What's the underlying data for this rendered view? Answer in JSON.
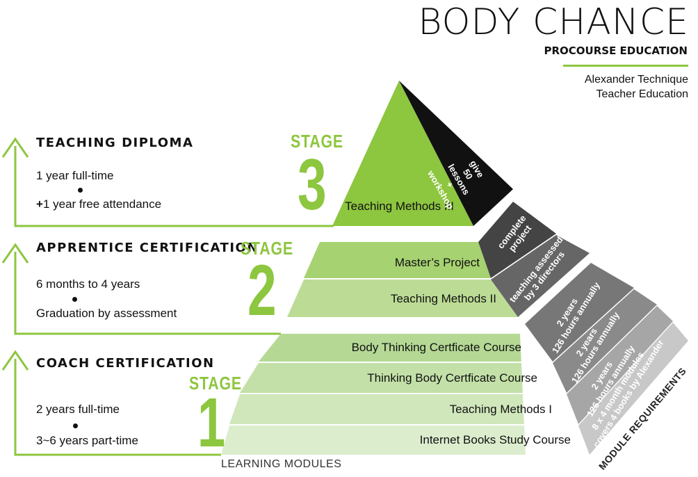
{
  "brand": {
    "name": "BODY CHANCE",
    "subtitle": "PROCOURSE EDUCATION",
    "description_line1": "Alexander Technique",
    "description_line2": "Teacher Education"
  },
  "stages": [
    {
      "word": "STAGE",
      "number": "3",
      "title": "TEACHING DIPLOMA",
      "info_line1": "1 year full-time",
      "info_line2": "1 year free attendance",
      "info_prefix": "+"
    },
    {
      "word": "STAGE",
      "number": "2",
      "title": "APPRENTICE CERTIFICATION",
      "info_line1": "6 months to 4 years",
      "info_line2": "Graduation by assessment"
    },
    {
      "word": "STAGE",
      "number": "1",
      "title": "COACH CERTIFICATION",
      "info_line1": "2 years full-time",
      "info_line2": "3~6 years part-time"
    }
  ],
  "modules": {
    "teaching_methods_3": "Teaching Methods III",
    "masters_project": "Master’s Project",
    "teaching_methods_2": "Teaching Methods II",
    "body_thinking": "Body Thinking Certficate Course",
    "thinking_body": "Thinking Body Certficate Course",
    "teaching_methods_1": "Teaching Methods I",
    "internet_books": "Internet Books Study Course"
  },
  "requirements": {
    "tm3": [
      "give",
      "50",
      "lessons",
      "+",
      "workshop"
    ],
    "masters": [
      "complete",
      "project"
    ],
    "tm2": [
      "teaching assessed",
      "by 3 directors"
    ],
    "body_thinking": [
      "2 years",
      "126 hours annually"
    ],
    "thinking_body": [
      "2 years",
      "126 hours annually"
    ],
    "tm1": [
      "2 years",
      "126 hours annually"
    ],
    "internet_books": [
      "8 x 4 month modules",
      "covers 4 books by Alexander"
    ]
  },
  "labels": {
    "learning_modules": "LEARNING MODULES",
    "module_requirements": "MODULE REQUIREMENTS"
  },
  "colors": {
    "accent_green": "#8dc63f",
    "tier2_green": "#a6d271",
    "tier1_green_1": "#b5d995",
    "tier1_green_2": "#c3e0a8",
    "tier1_green_3": "#d0e7bb",
    "tier1_green_4": "#dcedcd",
    "req_black": "#111111",
    "req_dark": "#444444",
    "req_mid": "#666666",
    "req_grey_1": "#777777",
    "req_grey_2": "#8a8a8a",
    "req_grey_3": "#a6a6a6",
    "req_grey_4": "#c8c8c8"
  }
}
